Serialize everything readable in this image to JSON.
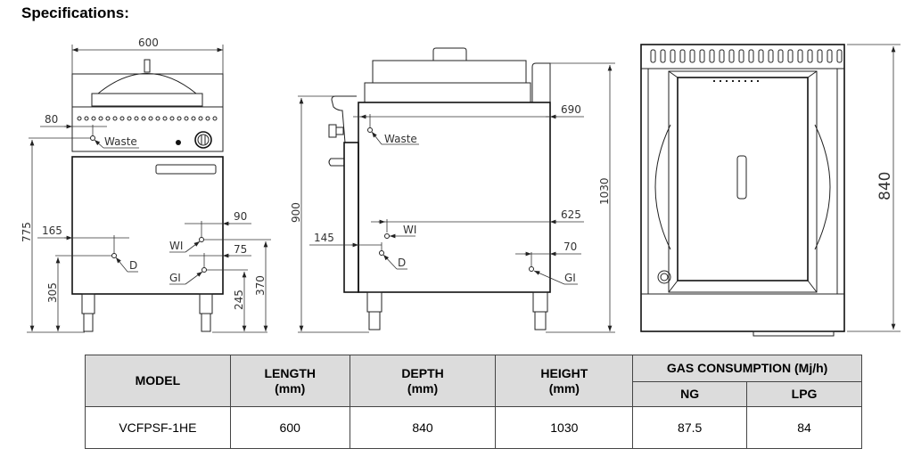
{
  "page": {
    "title": "Specifications:"
  },
  "drawings": {
    "front_view": {
      "width_dim": "600",
      "labels": {
        "waste": "Waste",
        "wi": "WI",
        "gi": "GI",
        "d": "D"
      },
      "dims": {
        "waste_offset": "80",
        "d_offset": "165",
        "wi_offset": "90",
        "gi_offset": "75",
        "waste_height": "775",
        "d_height": "305",
        "gi_height": "245",
        "wi_height": "370"
      }
    },
    "side_view": {
      "labels": {
        "waste": "Waste",
        "wi": "WI",
        "gi": "GI",
        "d": "D"
      },
      "dims": {
        "waste_depth": "690",
        "wi_depth": "625",
        "d_offset": "145",
        "gi_offset": "70",
        "worktop_height": "900",
        "total_height": "1030"
      }
    },
    "top_view": {
      "depth_dim": "840"
    }
  },
  "specs_table": {
    "headers": {
      "model": "MODEL",
      "length": "LENGTH",
      "length_unit": "(mm)",
      "depth": "DEPTH",
      "depth_unit": "(mm)",
      "height": "HEIGHT",
      "height_unit": "(mm)",
      "gas": "GAS CONSUMPTION (Mj/h)",
      "ng": "NG",
      "lpg": "LPG"
    },
    "rows": [
      {
        "model": "VCFPSF-1HE",
        "length": "600",
        "depth": "840",
        "height": "1030",
        "ng": "87.5",
        "lpg": "84"
      }
    ]
  }
}
